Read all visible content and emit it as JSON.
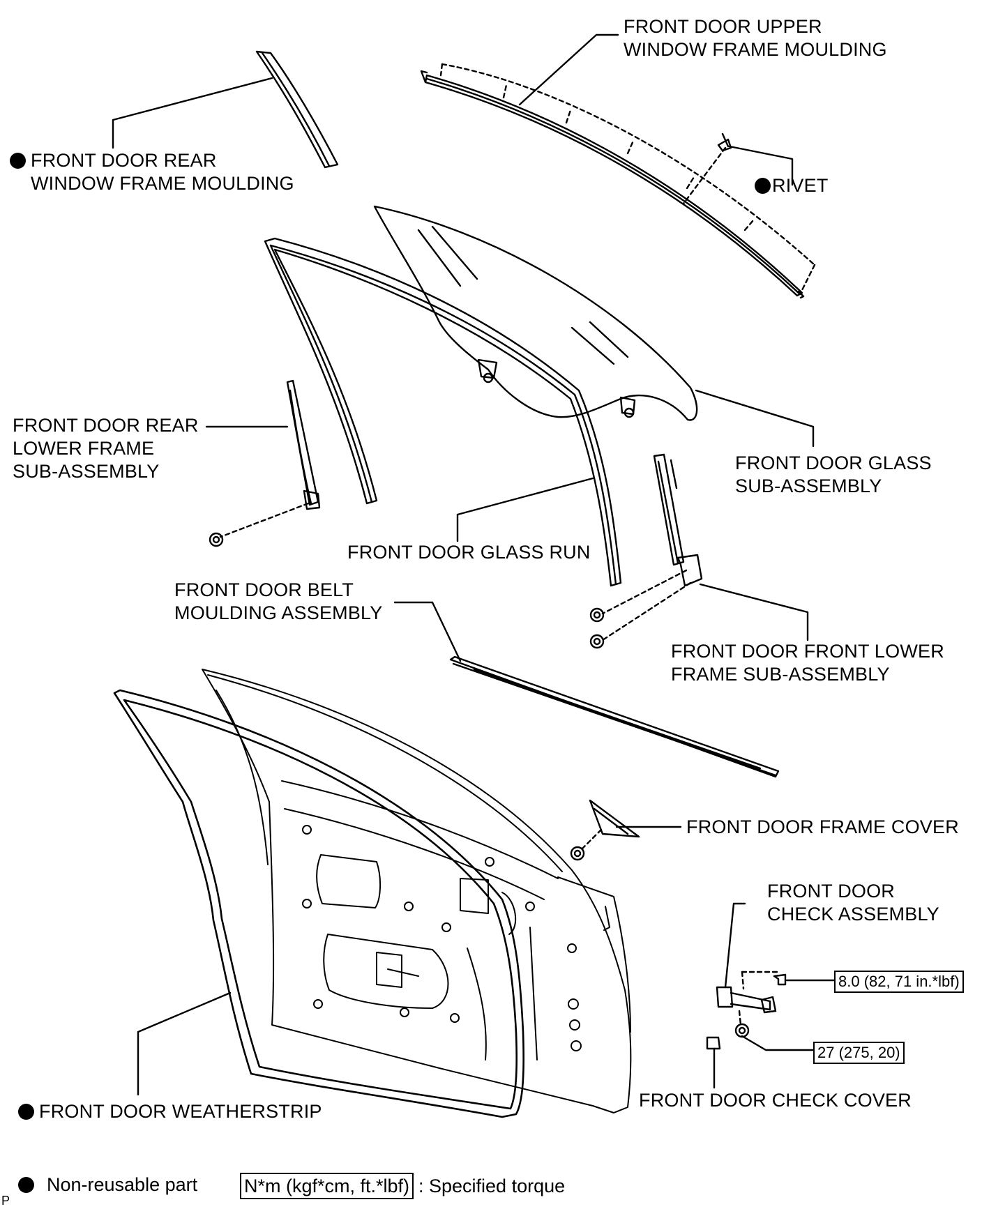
{
  "labels": {
    "upper_moulding": [
      "FRONT DOOR UPPER",
      "WINDOW FRAME MOULDING"
    ],
    "rear_moulding": [
      "FRONT DOOR REAR",
      "WINDOW FRAME MOULDING"
    ],
    "rivet": "RIVET",
    "rear_lower_frame": [
      "FRONT DOOR REAR",
      "LOWER FRAME",
      "SUB-ASSEMBLY"
    ],
    "glass": [
      "FRONT DOOR GLASS",
      "SUB-ASSEMBLY"
    ],
    "glass_run": "FRONT DOOR GLASS RUN",
    "belt_moulding": [
      "FRONT DOOR BELT",
      "MOULDING ASSEMBLY"
    ],
    "front_lower_frame": [
      "FRONT DOOR FRONT LOWER",
      "FRAME SUB-ASSEMBLY"
    ],
    "frame_cover": "FRONT DOOR FRAME COVER",
    "check_assembly": [
      "FRONT DOOR",
      "CHECK ASSEMBLY"
    ],
    "check_cover": "FRONT DOOR CHECK COVER",
    "weatherstrip": "FRONT DOOR WEATHERSTRIP"
  },
  "torques": {
    "check_nut": "8.0 (82, 71 in.*lbf)",
    "check_bolt": "27 (275, 20)"
  },
  "legend": {
    "non_reusable": "Non-reusable part",
    "torque_unit": "N*m (kgf*cm, ft.*lbf)",
    "torque_desc": ": Specified torque"
  },
  "corner_mark": "P"
}
